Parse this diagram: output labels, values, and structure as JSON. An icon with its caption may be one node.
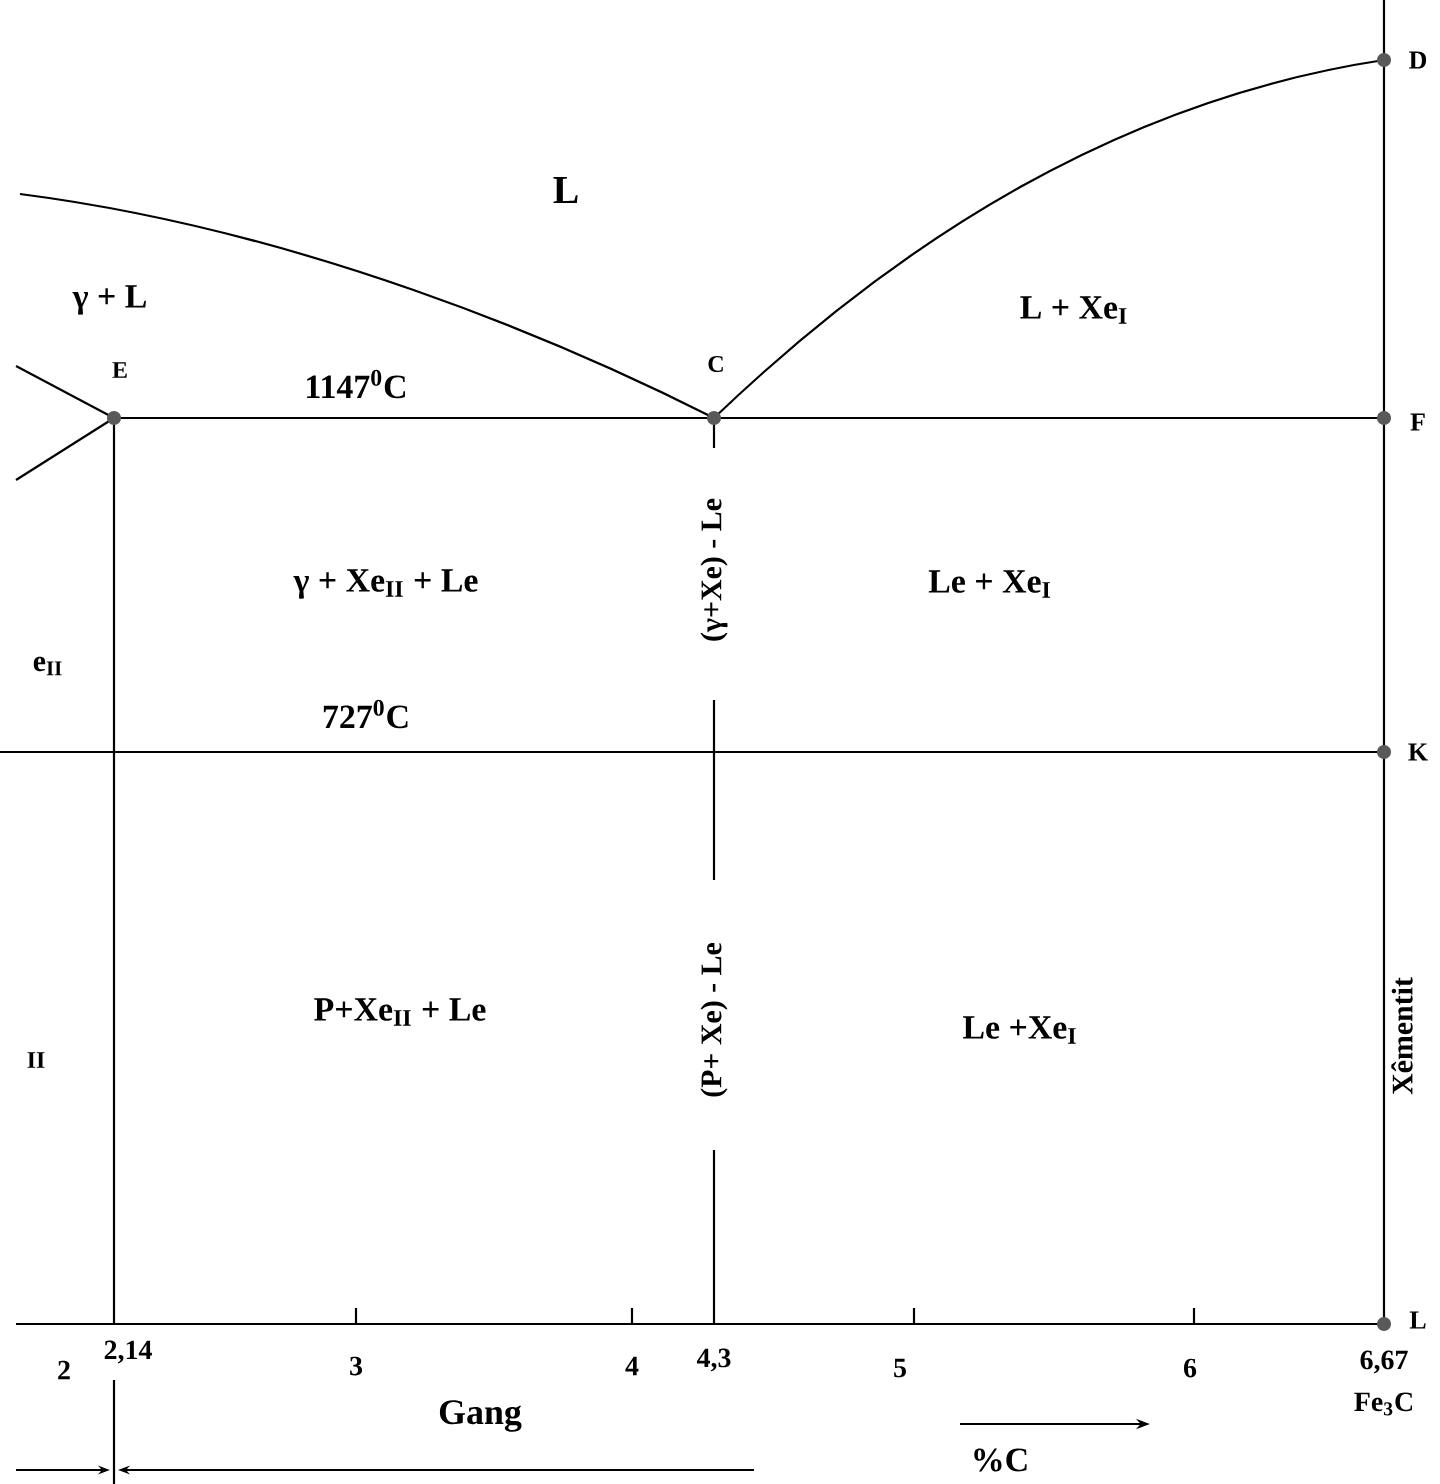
{
  "diagram": {
    "labels": [
      "L",
      "D",
      "γ + L",
      "L + Xe$_{I}$",
      "E",
      "1147$^{0}$C",
      "C",
      "F",
      "γ + Xe$_{II}$ + Le",
      "(γ+Xe) - Le",
      "Le + Xe$_{I}$",
      "e$_{II}$",
      "727$^{0}$C",
      "K",
      "II",
      "P+Xe$_{II}$ + Le",
      "(P+ Xe) - Le",
      "Le +Xe$_{I}$",
      "Xêmentit",
      "L",
      "2",
      "2,14",
      "3",
      "4",
      "4,3",
      "5",
      "6",
      "6,67",
      "Fe$_{3}$C",
      "Gang",
      "%C"
    ]
  }
}
